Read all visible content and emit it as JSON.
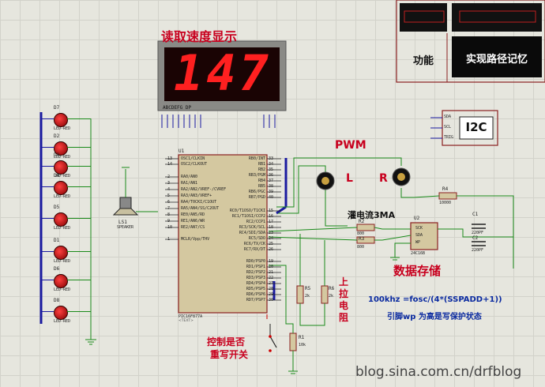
{
  "labels": {
    "display_title": "读取速度显示",
    "pwm": "PWM",
    "motor_left": "L",
    "motor_right": "R",
    "sink_current": "灌电流3MA",
    "data_storage": "数据存储",
    "pull_up": [
      "上",
      "拉",
      "电",
      "阻"
    ],
    "control_rewrite": [
      "控制是否",
      "重写开关"
    ],
    "formula": "100khz =fosc/(4*(SSPADD+1))",
    "wp_note": "引脚wp 为高是写保护状态",
    "watermark": "blog.sina.com.cn/drfblog",
    "func_label": "功能",
    "func_value": "实现路径记忆",
    "i2c": "I2C",
    "display_segments": "ABCDEFG  DP",
    "display_digits": "147"
  },
  "components": {
    "u1": "U1",
    "u1_part": "PIC16F877A",
    "u2": "U2",
    "u2_part": "24C16B",
    "speaker": "LS1",
    "speaker_type": "SPEAKER",
    "r1": "R1",
    "r2": "R2",
    "r3": "R3",
    "r4": "R4",
    "r5": "R5",
    "r6": "R6",
    "c1": "C1",
    "c2": "C2",
    "text_placeholder": "<TEXT>"
  },
  "leds": [
    {
      "ref": "D7",
      "type": "LED-RED"
    },
    {
      "ref": "D2",
      "type": "LED-RED"
    },
    {
      "ref": "D3",
      "type": "LED-RED"
    },
    {
      "ref": "D4",
      "type": "LED-RED"
    },
    {
      "ref": "D5",
      "type": "LED-RED"
    },
    {
      "ref": "D1",
      "type": "LED-RED"
    },
    {
      "ref": "D6",
      "type": "LED-RED"
    },
    {
      "ref": "D8",
      "type": "LED-RED"
    }
  ],
  "u1_left_pins": [
    {
      "num": "13",
      "name": "OSC1/CLKIN"
    },
    {
      "num": "14",
      "name": "OSC2/CLKOUT"
    },
    {
      "num": "2",
      "name": "RA0/AN0"
    },
    {
      "num": "3",
      "name": "RA1/AN1"
    },
    {
      "num": "4",
      "name": "RA2/AN2/VREF-/CVREF"
    },
    {
      "num": "5",
      "name": "RA3/AN3/VREF+"
    },
    {
      "num": "6",
      "name": "RA4/T0CKI/C1OUT"
    },
    {
      "num": "7",
      "name": "RA5/AN4/SS/C2OUT"
    },
    {
      "num": "8",
      "name": "RE0/AN5/RD"
    },
    {
      "num": "9",
      "name": "RE1/AN6/WR"
    },
    {
      "num": "10",
      "name": "RE2/AN7/CS"
    },
    {
      "num": "1",
      "name": "MCLR/Vpp/THV"
    }
  ],
  "u1_right_pins": [
    {
      "num": "33",
      "name": "RB0/INT"
    },
    {
      "num": "34",
      "name": "RB1"
    },
    {
      "num": "35",
      "name": "RB2"
    },
    {
      "num": "36",
      "name": "RB3/PGM"
    },
    {
      "num": "37",
      "name": "RB4"
    },
    {
      "num": "38",
      "name": "RB5"
    },
    {
      "num": "39",
      "name": "RB6/PGC"
    },
    {
      "num": "40",
      "name": "RB7/PGD"
    },
    {
      "num": "15",
      "name": "RC0/T1OSO/T1CKI"
    },
    {
      "num": "16",
      "name": "RC1/T1OSI/CCP2"
    },
    {
      "num": "17",
      "name": "RC2/CCP1"
    },
    {
      "num": "18",
      "name": "RC3/SCK/SCL"
    },
    {
      "num": "23",
      "name": "RC4/SDI/SDA"
    },
    {
      "num": "24",
      "name": "RC5/SDO"
    },
    {
      "num": "25",
      "name": "RC6/TX/CK"
    },
    {
      "num": "26",
      "name": "RC7/RX/DT"
    },
    {
      "num": "19",
      "name": "RD0/PSP0"
    },
    {
      "num": "20",
      "name": "RD1/PSP1"
    },
    {
      "num": "21",
      "name": "RD2/PSP2"
    },
    {
      "num": "22",
      "name": "RD3/PSP3"
    },
    {
      "num": "27",
      "name": "RD4/PSP4"
    },
    {
      "num": "28",
      "name": "RD5/PSP5"
    },
    {
      "num": "29",
      "name": "RD6/PSP6"
    },
    {
      "num": "30",
      "name": "RD7/PSP7"
    }
  ],
  "u2_pins": [
    {
      "num": "6",
      "name": "SCK"
    },
    {
      "num": "5",
      "name": "SDA"
    },
    {
      "num": "7",
      "name": "WP"
    }
  ],
  "i2c_pins": [
    "SDA",
    "SCL",
    "TRIG"
  ],
  "resistor_values": {
    "r1": "10k",
    "r2": "800",
    "r3": "800",
    "r4": "10000",
    "r5": "2k",
    "r6": "2k"
  },
  "cap_values": {
    "c1": "220PF",
    "c2": "220PF"
  },
  "colors": {
    "grid_bg": "#e6e6de",
    "wire": "#1a8a1a",
    "bus": "#1a1aa0",
    "chip_fill": "#d4c8a0",
    "chip_border": "#8a2020",
    "led_red": "#c00000",
    "seg_red": "#ff2020"
  }
}
